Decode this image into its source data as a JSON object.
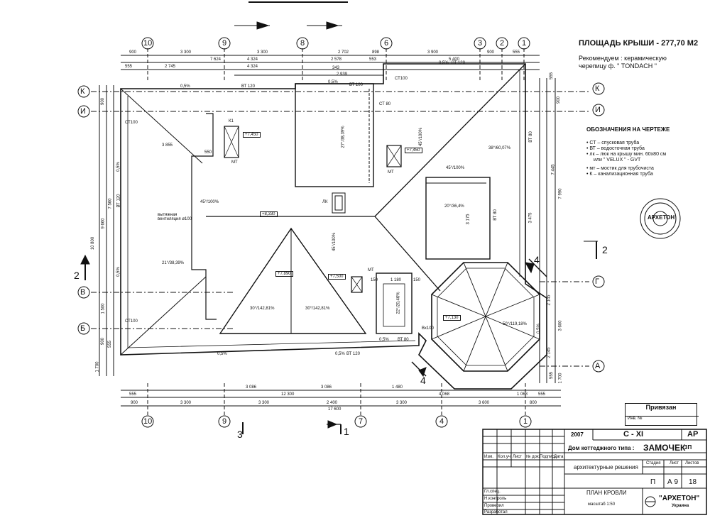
{
  "header": {
    "roof_area": "ПЛОЩАДЬ КРЫШИ  - 277,70 М2",
    "recommend_line1": "Рекомендуем : керамическую",
    "recommend_line2": "черепицу ф.   \" TONDACH \""
  },
  "legend": {
    "title": "ОБОЗНАЧЕНИЯ НА ЧЕРТЕЖЕ",
    "items": [
      "• СТ – спусковая труба",
      "• ВТ – водосточная труба",
      "• лк – люк на крышу мин. 60х80 см",
      "или \" VELUX \" - GVT",
      "• мт – мостик для трубочиста",
      "• К – канализационная труба"
    ]
  },
  "axes": {
    "top": [
      "10",
      "9",
      "8",
      "6",
      "3",
      "2",
      "1"
    ],
    "bottom": [
      "10",
      "9",
      "7",
      "4",
      "1"
    ],
    "left": [
      "К",
      "И",
      "В",
      "Б"
    ],
    "right": [
      "К",
      "И",
      "Г",
      "А"
    ]
  },
  "dims": {
    "top_row1": [
      "900",
      "3 300",
      "3 300",
      "2 702",
      "898",
      "3 900",
      "900",
      "555"
    ],
    "top_row2": [
      "7 624",
      "553",
      "5 400"
    ],
    "top_row3": [
      "555",
      "2 745",
      "4 324",
      "2 578",
      "2 939",
      "343"
    ],
    "bottom_row1": [
      "555",
      "3 086",
      "3 086",
      "1 480",
      "4 068",
      "1 068",
      "555"
    ],
    "bottom_row2": [
      "12 300"
    ],
    "bottom_row3": [
      "900",
      "3 300",
      "3 300",
      "2 400",
      "3 300",
      "3 600",
      "800"
    ],
    "bottom_total": "17 600",
    "left_dims": [
      "900",
      "7 560",
      "9 660",
      "10 800",
      "1 500",
      "900",
      "555",
      "1 700"
    ],
    "right_dims": [
      "555",
      "900",
      "7 445",
      "7 990",
      "3 475",
      "2 145",
      "3 600",
      "2 145",
      "555",
      "1 700"
    ]
  },
  "roof_labels": {
    "slopes": [
      "0,5%",
      "0,5%",
      "0,5%",
      "0,5%",
      "0,5%",
      "0,5%",
      "0,5%",
      "0,5%",
      "0,5%"
    ],
    "pitches": [
      "21°/38,39%",
      "45°/100%",
      "27°/38,39%",
      "45°/100%",
      "38°/60,07%",
      "45°/100%",
      "20°/36,4%",
      "30°/142,81%",
      "30°/142,81%",
      "22°/20,46%",
      "50°/119,18%",
      "45°/100%"
    ],
    "levels": [
      "+7,450",
      "+7,450",
      "+8,330",
      "+7,890",
      "+7,500",
      "+7,130"
    ],
    "pipes": [
      "ВТ 120",
      "ВТ 100",
      "ВТ 120",
      "ВТ 80",
      "ВТ 120",
      "ВТ 80",
      "ВТ 120",
      "ВТ 80"
    ],
    "downs": [
      "СТ100",
      "СТ100",
      "СТ 80",
      "СТ100",
      "Вх100"
    ],
    "misc": [
      "МТ",
      "ЛК",
      "МТ",
      "МТ",
      "К1",
      "вытяжная вентиляция ø100",
      "3 855",
      "550",
      "1 180",
      "150",
      "150",
      "3 175",
      "4 324"
    ]
  },
  "sections": [
    "2",
    "2",
    "3",
    "1",
    "4",
    "4"
  ],
  "stamp": {
    "year": "2007",
    "series": "С - XI",
    "code": "АР",
    "project_type": "Дом коттеджного типа  :",
    "project_name": "ЗАМОЧЕК",
    "variant": "3П",
    "section_name": "архитектурные решения",
    "sheet_name": "ПЛАН КРОВЛИ",
    "scale": "масштаб 1:50",
    "col_headers": [
      "Изм.",
      "Кол.уч.",
      "Лист",
      "№ док.",
      "Подпись",
      "Дата"
    ],
    "roles": [
      "Гл.спец.",
      "Н.контроль",
      "Проверил",
      "Разработал"
    ],
    "stage_h": "Стадия",
    "sheet_h": "Лист",
    "sheets_h": "Листов",
    "stage": "П",
    "sheet": "А 9",
    "sheets": "18",
    "company": "\"АРХЕТОН\"",
    "country": "Украина"
  },
  "privyazan": {
    "label": "Привязан",
    "inv": "Инв. №"
  },
  "seal": {
    "text": "АРХЕТОН"
  }
}
